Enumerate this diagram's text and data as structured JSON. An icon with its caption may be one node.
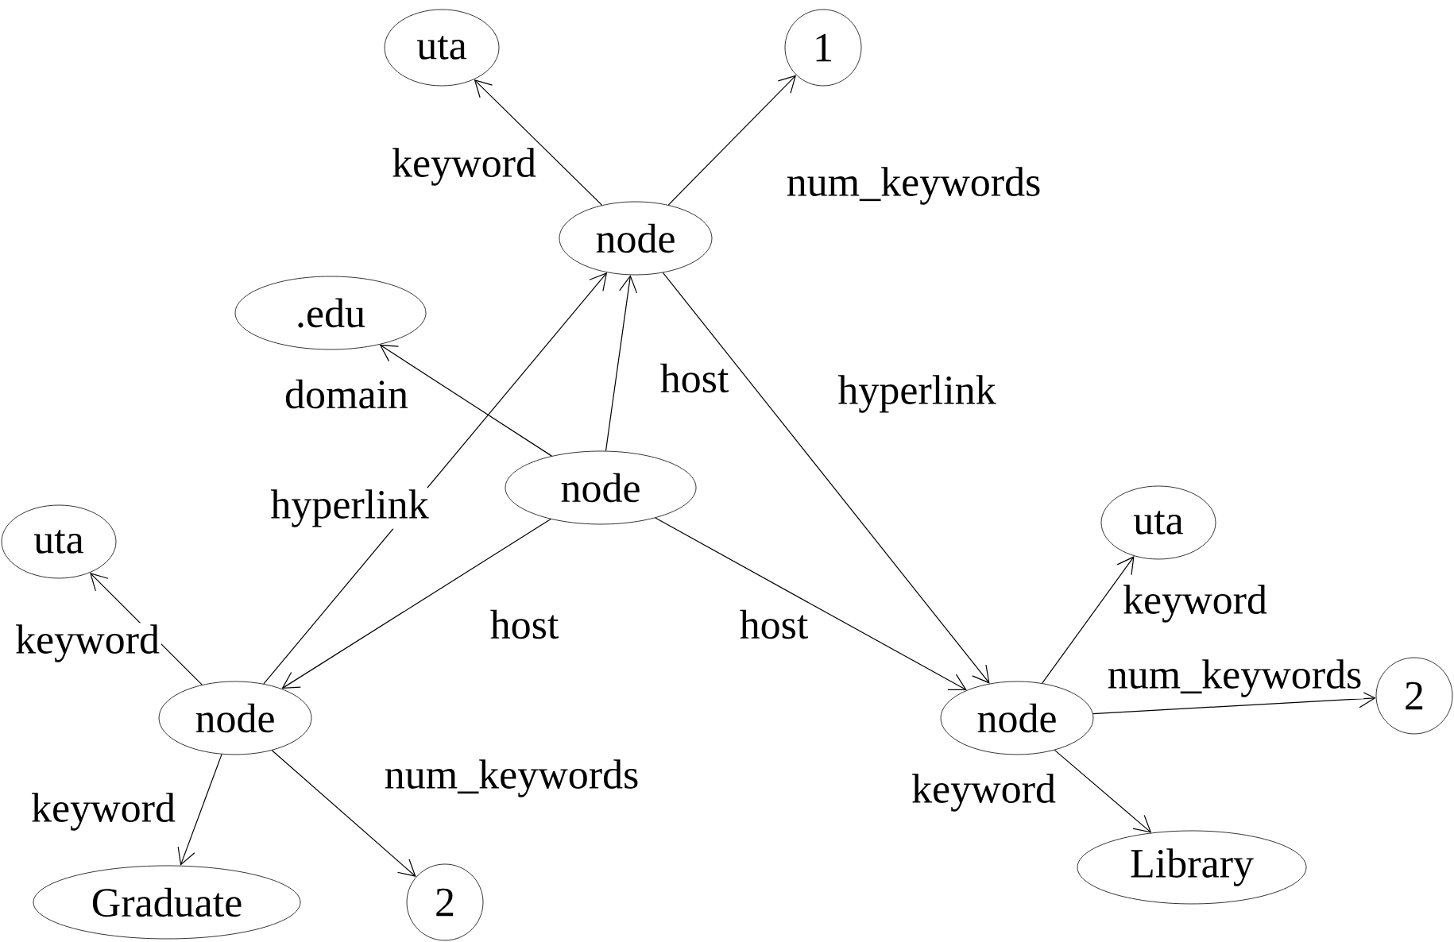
{
  "diagram": {
    "nodes": [
      {
        "text": [
          "uta"
        ]
      },
      {
        "text": [
          "1"
        ]
      },
      {
        "text": [
          "node"
        ]
      },
      {
        "text": [
          ".edu"
        ]
      },
      {
        "text": [
          "node"
        ]
      },
      {
        "text": [
          "uta"
        ]
      },
      {
        "text": [
          "node"
        ]
      },
      {
        "text": [
          "node"
        ]
      },
      {
        "text": [
          "uta"
        ]
      },
      {
        "text": [
          "2"
        ]
      },
      {
        "text": [
          "Graduate"
        ]
      },
      {
        "text": [
          "2"
        ]
      },
      {
        "text": [
          "Library"
        ]
      }
    ],
    "edges": [
      {
        "from": 2,
        "to": 0,
        "arrow": "to",
        "label": "keyword"
      },
      {
        "from": 2,
        "to": 1,
        "arrow": "to",
        "label": "num_keywords"
      },
      {
        "from": 4,
        "to": 2,
        "arrow": "to",
        "label": "host"
      },
      {
        "from": 4,
        "to": 3,
        "arrow": "to",
        "label": "domain"
      },
      {
        "from": 2,
        "to": 7,
        "arrow": "to",
        "label": "hyperlink"
      },
      {
        "from": 6,
        "to": 2,
        "arrow": "to",
        "label": "hyperlink"
      },
      {
        "from": 4,
        "to": 6,
        "arrow": "to",
        "label": "host"
      },
      {
        "from": 4,
        "to": 7,
        "arrow": "to",
        "label": "host"
      },
      {
        "from": 6,
        "to": 5,
        "arrow": "to",
        "label": "keyword"
      },
      {
        "from": 6,
        "to": 10,
        "arrow": "to",
        "label": "keyword"
      },
      {
        "from": 6,
        "to": 11,
        "arrow": "to",
        "label": "num_keywords"
      },
      {
        "from": 7,
        "to": 8,
        "arrow": "to",
        "label": "keyword"
      },
      {
        "from": 7,
        "to": 9,
        "arrow": "to",
        "label": "num_keywords"
      },
      {
        "from": 7,
        "to": 12,
        "arrow": "to",
        "label": "keyword"
      }
    ]
  }
}
